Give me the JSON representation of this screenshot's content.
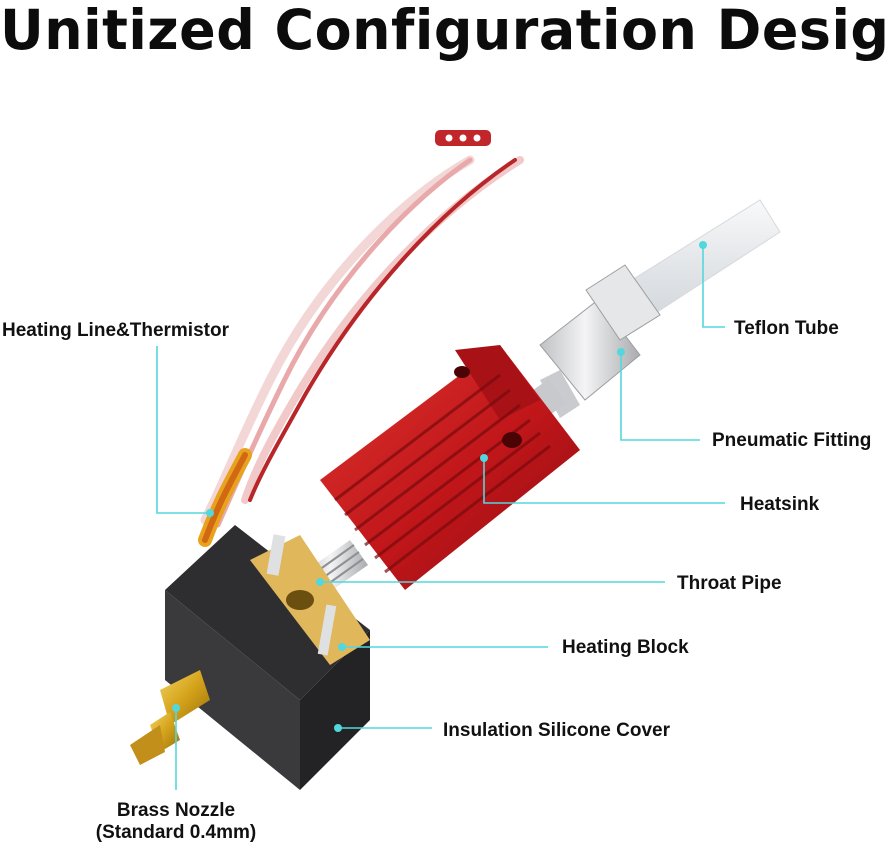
{
  "title": "Unitized Configuration Design",
  "colors": {
    "leader_line": "#53d7dd",
    "heatsink_red": "#c8161b",
    "block_black": "#2c2c2e",
    "brass": "#d4a21a",
    "silver": "#d9dadc",
    "teflon": "#eef0f2",
    "wire_red": "#b8262a"
  },
  "parts": [
    {
      "id": "heating-line-thermistor",
      "label": "Heating Line&Thermistor",
      "icon": "wire-icon"
    },
    {
      "id": "teflon-tube",
      "label": "Teflon Tube",
      "icon": "tube-icon"
    },
    {
      "id": "pneumatic-fitting",
      "label": "Pneumatic Fitting",
      "icon": "fitting-icon"
    },
    {
      "id": "heatsink",
      "label": "Heatsink",
      "icon": "heatsink-icon"
    },
    {
      "id": "throat-pipe",
      "label": "Throat Pipe",
      "icon": "pipe-icon"
    },
    {
      "id": "heating-block",
      "label": "Heating Block",
      "icon": "block-icon"
    },
    {
      "id": "insulation-silicone-cover",
      "label": "Insulation Silicone Cover",
      "icon": "cover-icon"
    },
    {
      "id": "brass-nozzle",
      "label": "Brass Nozzle",
      "sublabel": "(Standard 0.4mm)",
      "icon": "nozzle-icon"
    }
  ]
}
